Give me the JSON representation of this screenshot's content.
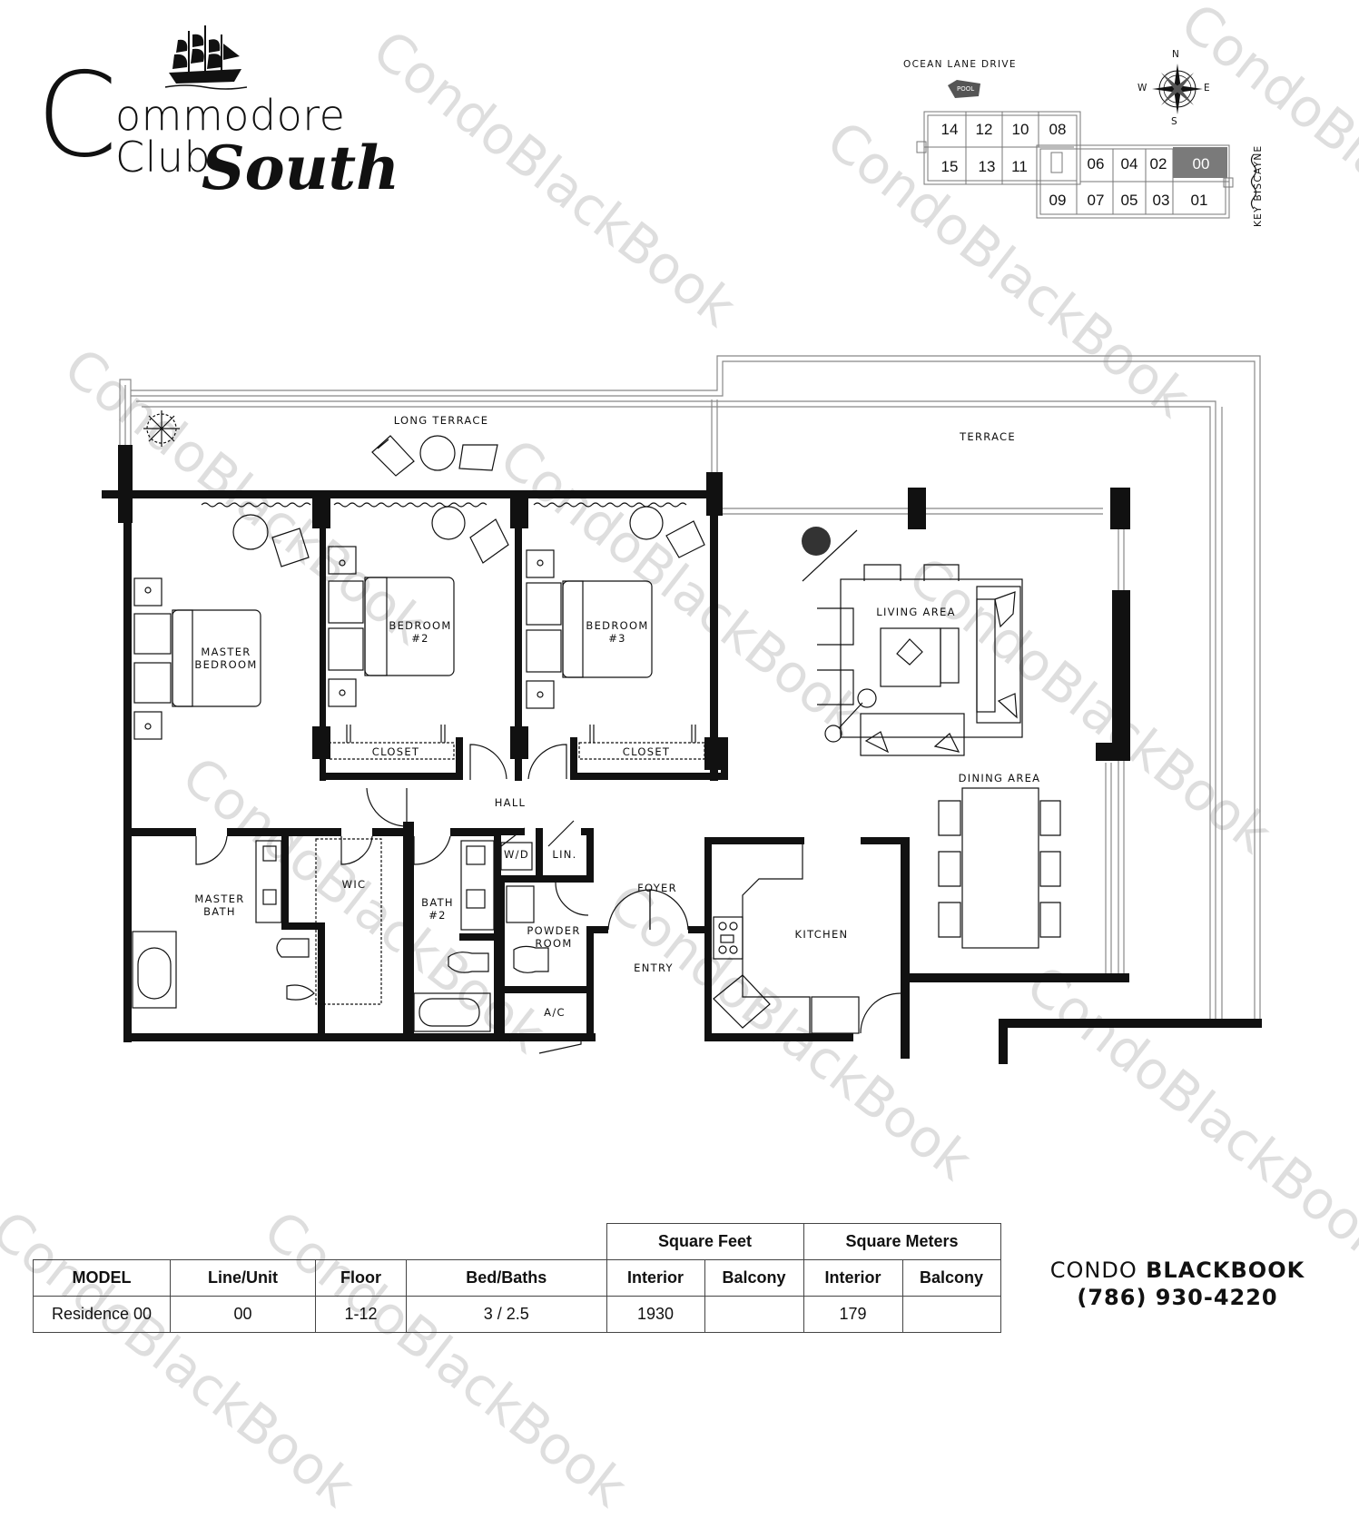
{
  "logo": {
    "line1_initial": "C",
    "line1_rest": "ommodore",
    "line2": "Club",
    "script": "South"
  },
  "keyplan": {
    "street_label": "OCEAN LANE DRIVE",
    "pool_label": "POOL",
    "side_label": "KEY BISCAYNE",
    "compass": {
      "n": "N",
      "s": "S",
      "e": "E",
      "w": "W"
    },
    "top_units": [
      "14",
      "12",
      "10",
      "08"
    ],
    "middle_left_units": [
      "15",
      "13",
      "11"
    ],
    "middle_right_units": [
      "06",
      "04",
      "02",
      "00"
    ],
    "bottom_units": [
      "09",
      "07",
      "05",
      "03",
      "01"
    ],
    "highlighted_unit": "00",
    "highlight_color": "#7a7a7a"
  },
  "floorplan": {
    "rooms": {
      "long_terrace": "LONG TERRACE",
      "terrace": "TERRACE",
      "master_bedroom": "MASTER\nBEDROOM",
      "bedroom2": "BEDROOM\n#2",
      "bedroom3": "BEDROOM\n#3",
      "living_area": "LIVING AREA",
      "dining_area": "DINING AREA",
      "closet_left": "CLOSET",
      "closet_right": "CLOSET",
      "hall": "HALL",
      "master_bath": "MASTER\nBATH",
      "wic": "WIC",
      "bath2": "BATH\n#2",
      "wd": "W/D",
      "lin": "LIN.",
      "foyer": "FOYER",
      "powder_room": "POWDER\nROOM",
      "entry": "ENTRY",
      "kitchen": "KITCHEN",
      "ac": "A/C"
    },
    "wall_color": "#111111"
  },
  "table": {
    "group_headers": {
      "square_feet": "Square Feet",
      "square_meters": "Square Meters"
    },
    "columns": [
      "MODEL",
      "Line/Unit",
      "Floor",
      "Bed/Baths",
      "Interior",
      "Balcony",
      "Interior",
      "Balcony"
    ],
    "row": [
      "Residence 00",
      "00",
      "1-12",
      "3 / 2.5",
      "1930",
      "",
      "179",
      ""
    ]
  },
  "brand": {
    "name_light": "CONDO",
    "name_bold": "BLACKBOOK",
    "phone": "(786) 930-4220"
  },
  "watermark": "CondoBlackBook"
}
